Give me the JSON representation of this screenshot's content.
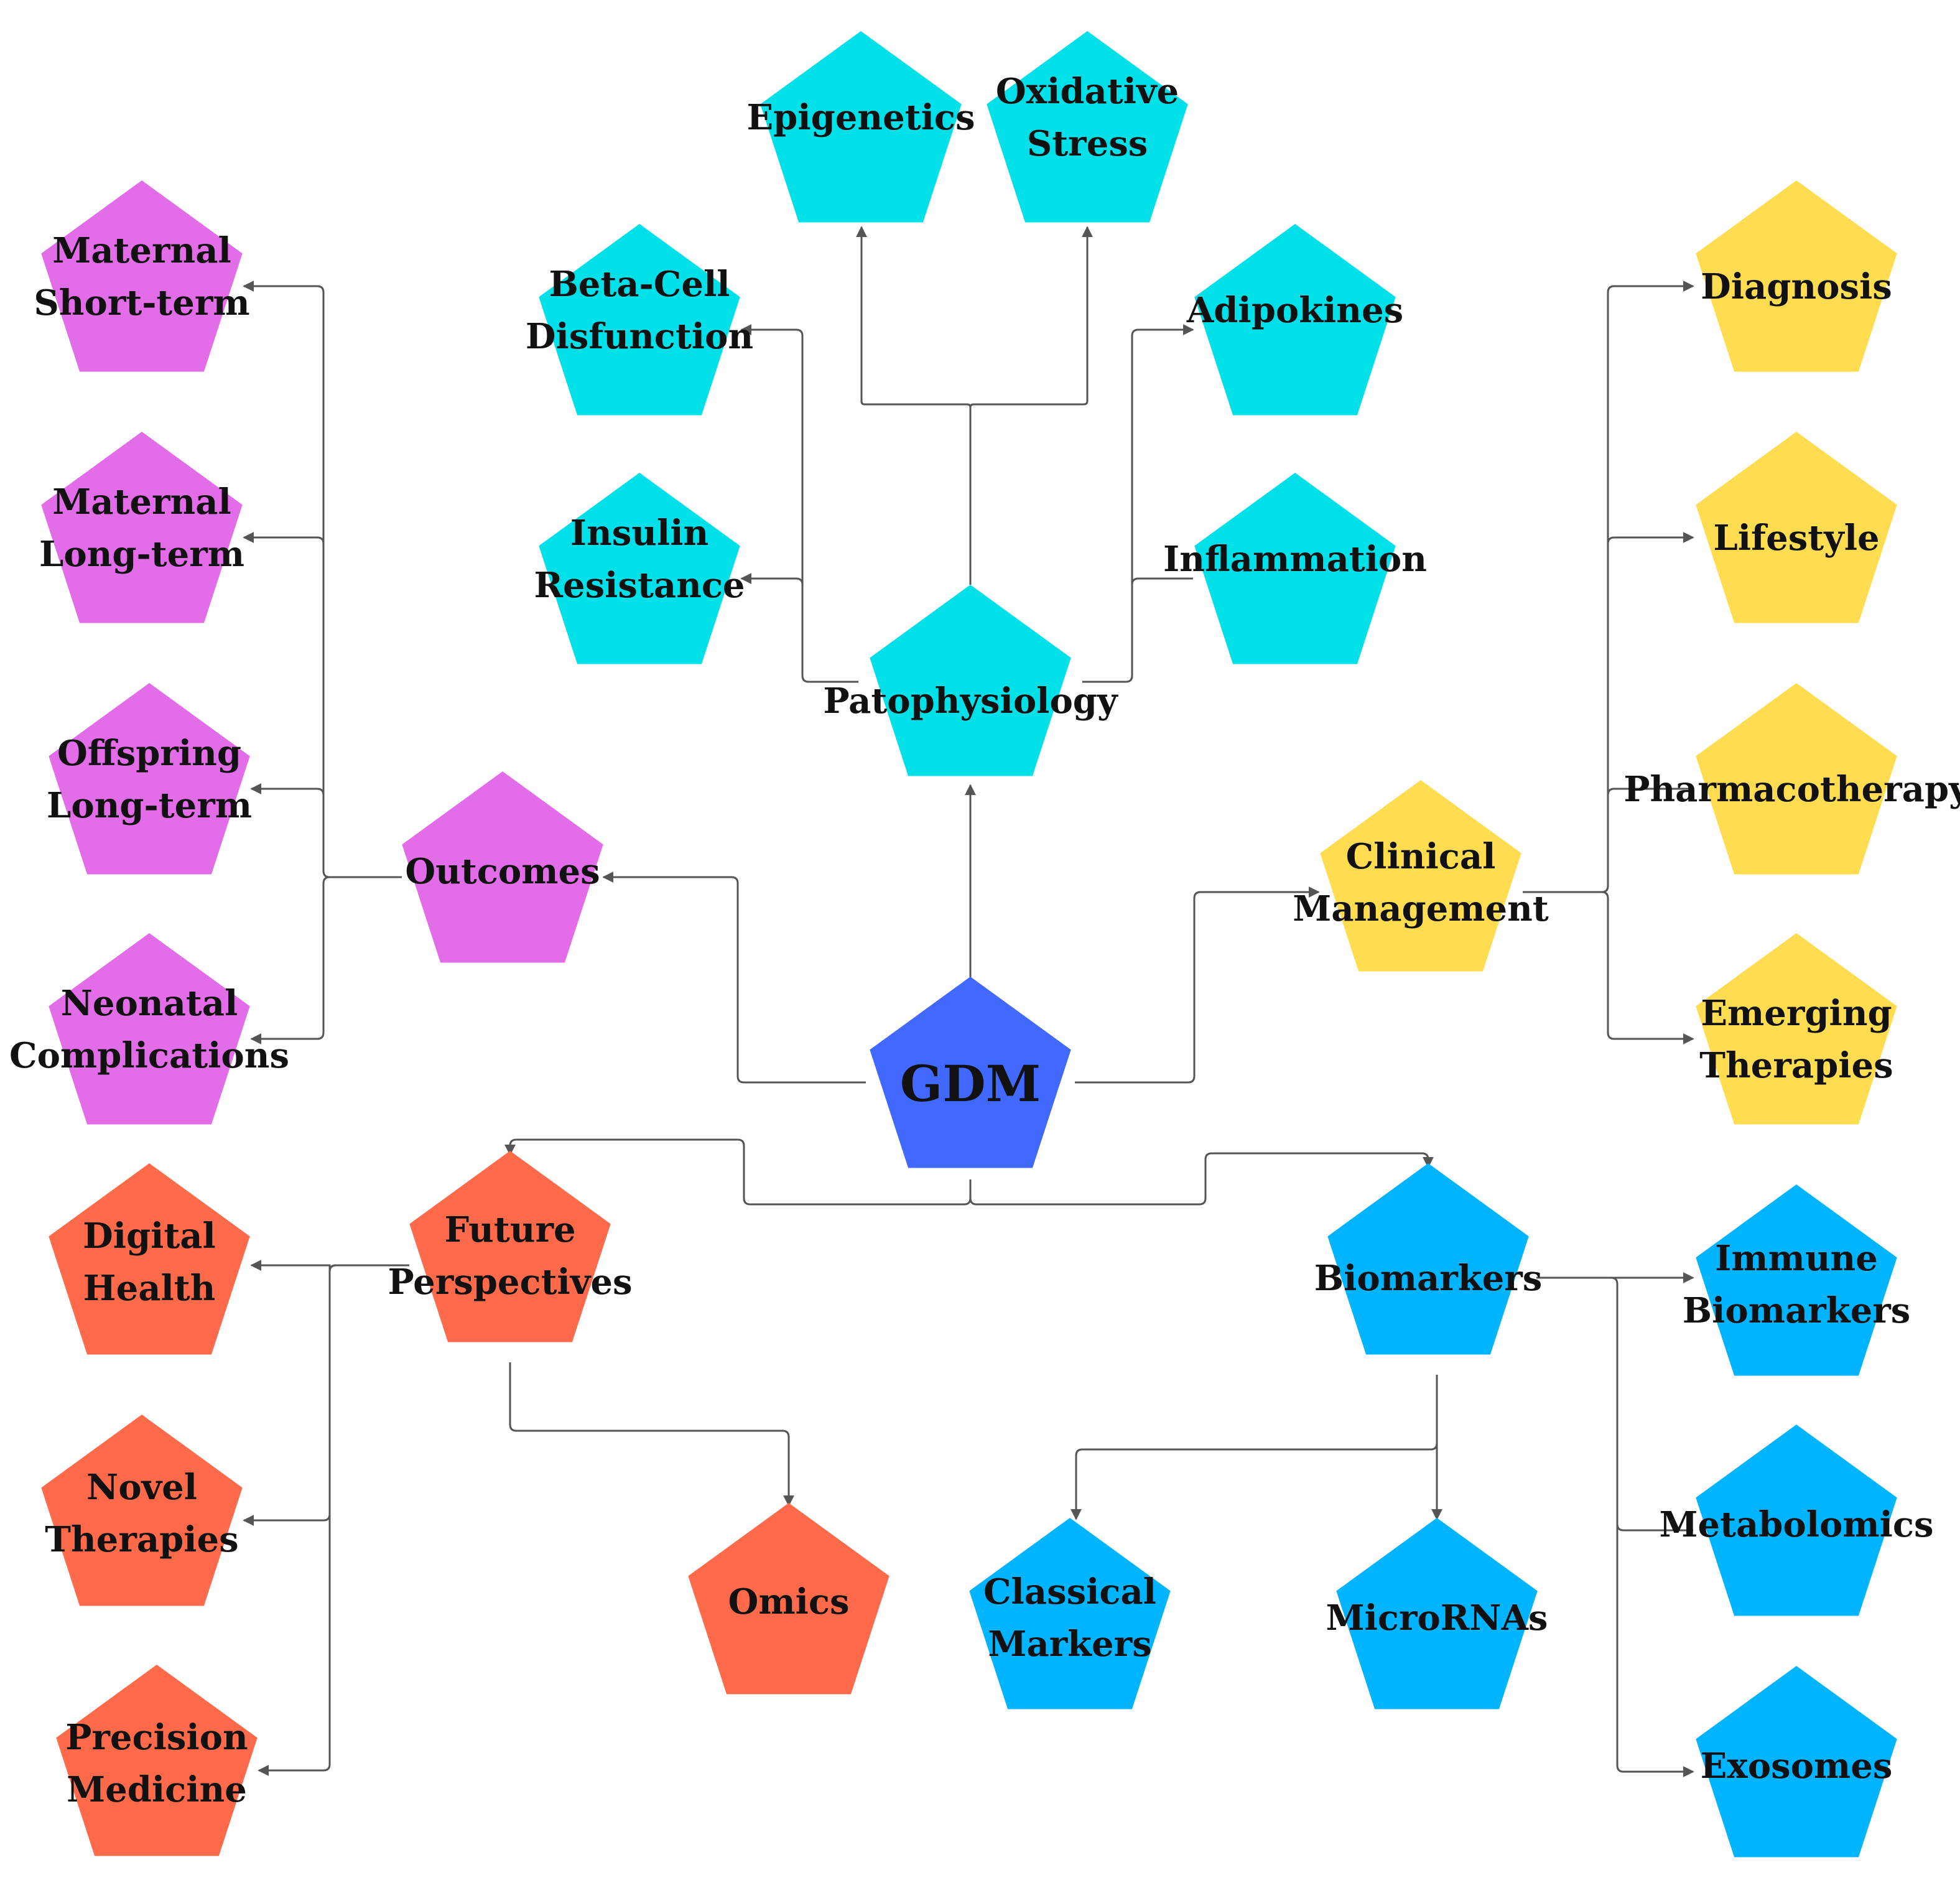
{
  "colors": {
    "root": "#4169FF",
    "pathophysiology": "#00E0E8",
    "outcomes": "#E36CE8",
    "clinical_management": "#FFDC50",
    "future_perspectives": "#FF6B4A",
    "biomarkers": "#00B4FF",
    "connector": "#555555"
  },
  "root": {
    "label": "GDM"
  },
  "branches": {
    "pathophysiology": {
      "label": "Patophysiology",
      "children": [
        "Epigenetics",
        "Oxidative Stress",
        "Beta-Cell Disfunction",
        "Adipokines",
        "Insulin Resistance",
        "Inflammation"
      ]
    },
    "outcomes": {
      "label": "Outcomes",
      "children": [
        "Maternal Short-term",
        "Maternal Long-term",
        "Offspring Long-term",
        "Neonatal Complications"
      ]
    },
    "clinical_management": {
      "label": "Clinical Management",
      "children": [
        "Diagnosis",
        "Lifestyle",
        "Pharmacotherapy",
        "Emerging Therapies"
      ]
    },
    "future_perspectives": {
      "label": "Future Perspectives",
      "children": [
        "Digital Health",
        "Novel Therapies",
        "Precision Medicine",
        "Omics"
      ]
    },
    "biomarkers": {
      "label": "Biomarkers",
      "children": [
        "Immune Biomarkers",
        "Metabolomics",
        "Exosomes",
        "Classical Markers",
        "MicroRNAs"
      ]
    }
  }
}
